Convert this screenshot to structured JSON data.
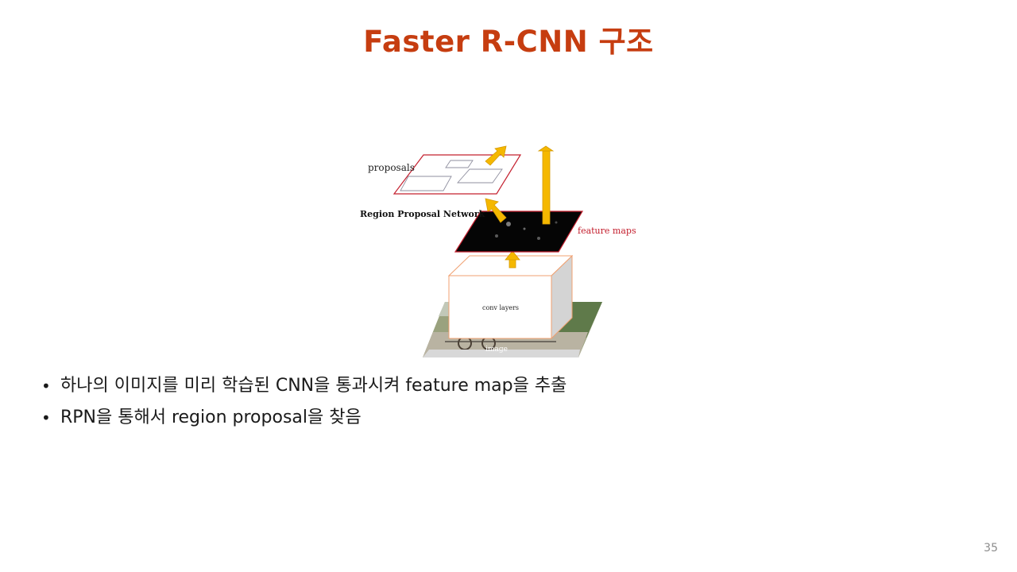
{
  "slide": {
    "title": "Faster R-CNN 구조",
    "page_number": "35"
  },
  "diagram": {
    "labels": {
      "proposals": "proposals",
      "rpn": "Region Proposal Network",
      "feature_maps": "feature maps",
      "conv_layers": "conv layers",
      "image": "image"
    },
    "colors": {
      "arrow": "#f5b800",
      "arrow_stroke": "#d69a00",
      "plane_red": "#c4202f",
      "box_orange": "#f0a070",
      "feature_map": "#050505"
    }
  },
  "bullets": [
    {
      "text": "하나의 이미지를 미리 학습된 CNN을 통과시켜 feature map을 추출"
    },
    {
      "text": "RPN을 통해서 region proposal을 찾음"
    }
  ]
}
